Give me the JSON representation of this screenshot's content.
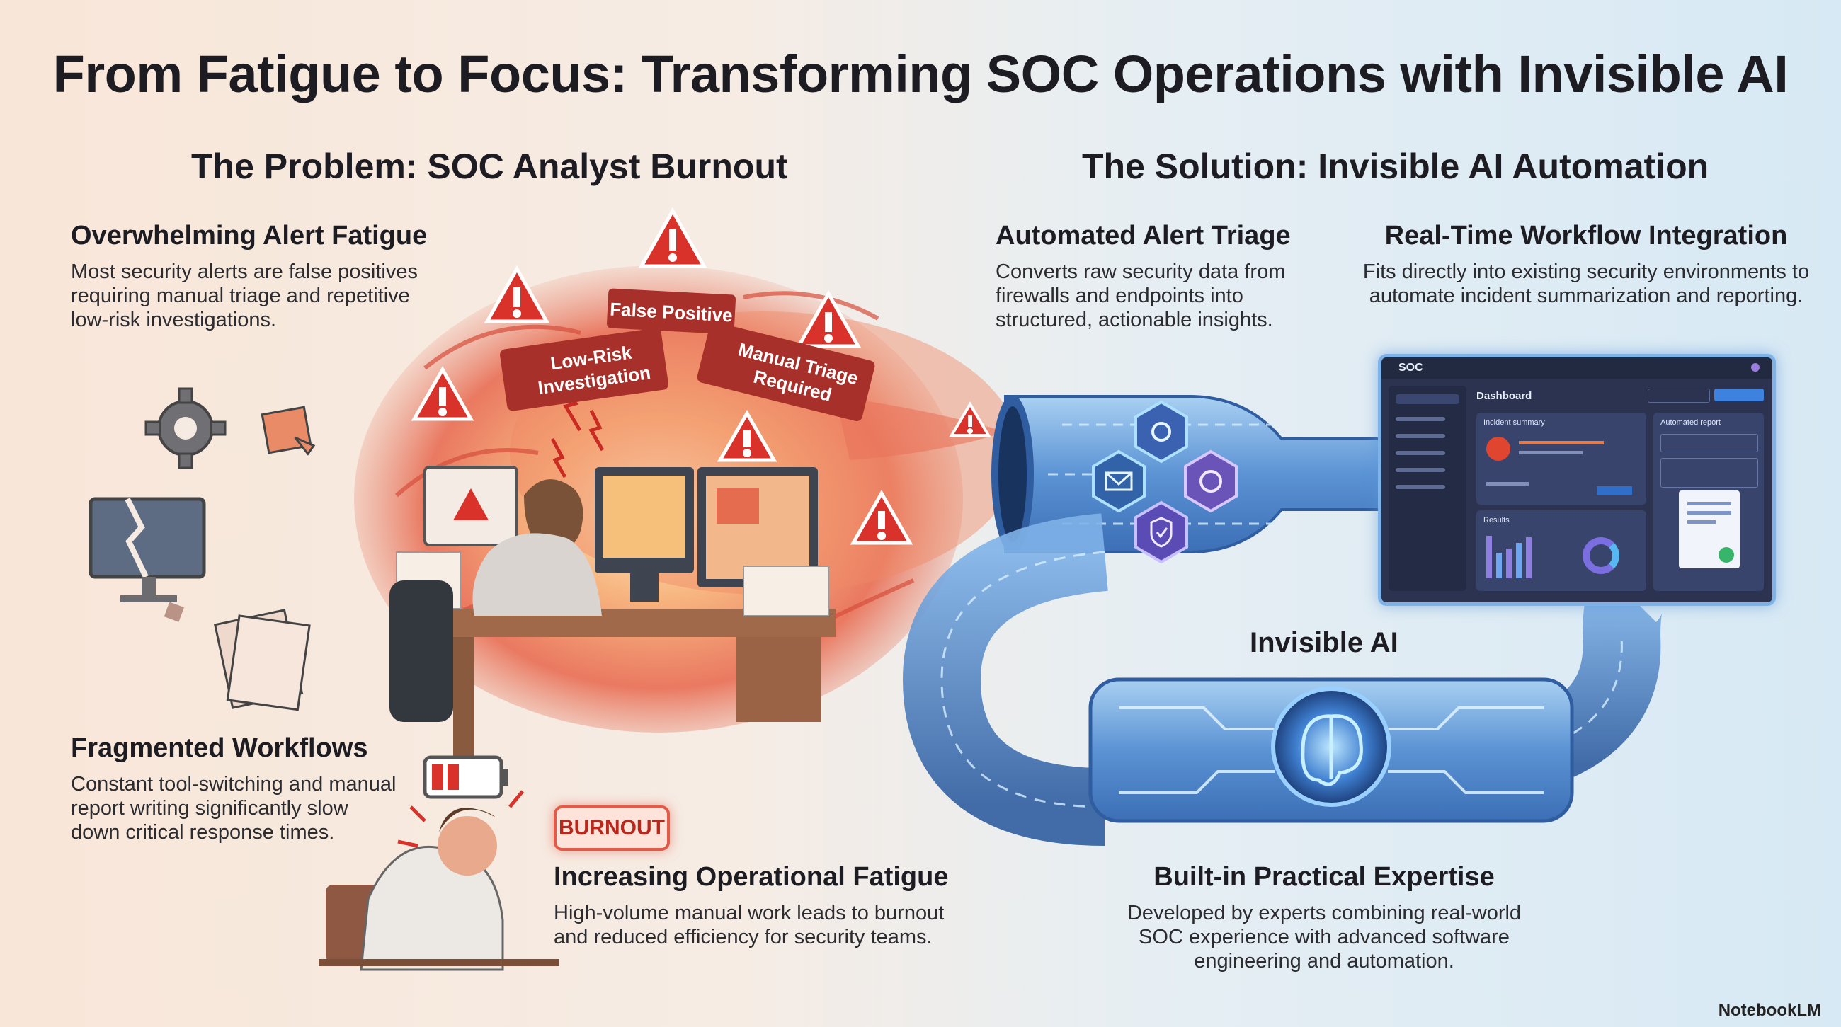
{
  "title": "From Fatigue to Focus: Transforming SOC Operations with Invisible AI",
  "problem": {
    "heading": "The Problem: SOC Analyst Burnout",
    "alert_fatigue": {
      "heading": "Overwhelming Alert Fatigue",
      "lines": [
        "Most security alerts are false positives",
        "requiring manual triage and repetitive",
        "low-risk investigations."
      ]
    },
    "storm_labels": {
      "false_positive": "False Positive",
      "low_risk": [
        "Low-Risk",
        "Investigation"
      ],
      "manual_triage": [
        "Manual Triage",
        "Required"
      ]
    },
    "fragmented": {
      "heading": "Fragmented Workflows",
      "lines": [
        "Constant tool-switching and manual",
        "report writing significantly slow",
        "down critical response times."
      ]
    },
    "burnout_badge": "BURNOUT",
    "operational": {
      "heading": "Increasing Operational Fatigue",
      "lines": [
        "High-volume manual work leads to burnout",
        "and reduced efficiency for security teams."
      ]
    }
  },
  "solution": {
    "heading": "The Solution: Invisible AI Automation",
    "triage": {
      "heading": "Automated Alert Triage",
      "lines": [
        "Converts raw security data from",
        "firewalls and endpoints into",
        "structured, actionable insights."
      ]
    },
    "workflow": {
      "heading": "Real-Time Workflow Integration",
      "lines": [
        "Fits directly into existing security environments to",
        "automate incident summarization and reporting."
      ]
    },
    "invisible_ai_label": "Invisible AI",
    "expertise": {
      "heading": "Built-in Practical Expertise",
      "lines": [
        "Developed by experts combining real-world",
        "SOC experience with advanced software",
        "engineering and automation."
      ]
    },
    "dashboard": {
      "brand": "SOC",
      "title": "Dashboard",
      "incident_summary": "Incident summary",
      "automated_report": "Automated report",
      "results": "Results"
    }
  },
  "footer_brand": "NotebookLM",
  "colors": {
    "alert_red": "#d8322a",
    "pipe_blue": "#5f9bd8",
    "dashboard_bg": "#2b3350",
    "storm_orange": "#f08a5c"
  }
}
